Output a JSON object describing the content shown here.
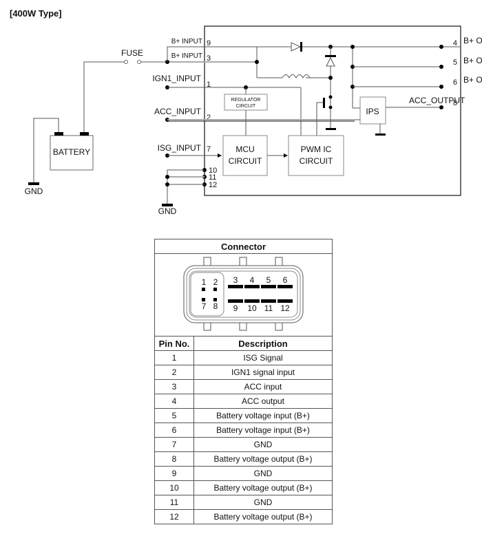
{
  "title": "[400W Type]",
  "diagram": {
    "inputs": {
      "b_input_9": {
        "label": "B+ INPUT",
        "pin": "9"
      },
      "b_input_3": {
        "label": "B+ INPUT",
        "pin": "3"
      },
      "ign1_input": {
        "label": "IGN1_INPUT",
        "pin": "1"
      },
      "acc_input": {
        "label": "ACC_INPUT",
        "pin": "2"
      },
      "isg_input": {
        "label": "ISG_INPUT",
        "pin": "7"
      },
      "gnd_pins": [
        "10",
        "11",
        "12"
      ]
    },
    "outputs": [
      {
        "label": "B+ OUTPUT",
        "pin": "4"
      },
      {
        "label": "B+ OUTPUT",
        "pin": "5"
      },
      {
        "label": "B+ OUTPUT",
        "pin": "6"
      },
      {
        "label": "ACC_OUTPUT",
        "pin": "8"
      }
    ],
    "fuse_label": "FUSE",
    "battery_label": "BATTERY",
    "gnd_label": "GND",
    "regulator": {
      "line1": "REGULATOR",
      "line2": "CIRCUIT"
    },
    "mcu": {
      "line1": "MCU",
      "line2": "CIRCUIT"
    },
    "pwm": {
      "line1": "PWM IC",
      "line2": "CIRCUIT"
    },
    "ips_label": "IPS"
  },
  "connector_table": {
    "header": "Connector",
    "connector_pins_top": [
      "1",
      "2",
      "3",
      "4",
      "5",
      "6"
    ],
    "connector_pins_bottom": [
      "7",
      "8",
      "9",
      "10",
      "11",
      "12"
    ],
    "columns": [
      "Pin No.",
      "Description"
    ],
    "rows": [
      {
        "pin": "1",
        "desc": "ISG Signal"
      },
      {
        "pin": "2",
        "desc": "IGN1 signal input"
      },
      {
        "pin": "3",
        "desc": "ACC input"
      },
      {
        "pin": "4",
        "desc": "ACC output"
      },
      {
        "pin": "5",
        "desc": "Battery voltage input (B+)"
      },
      {
        "pin": "6",
        "desc": "Battery voltage input (B+)"
      },
      {
        "pin": "7",
        "desc": "GND"
      },
      {
        "pin": "8",
        "desc": "Battery voltage output (B+)"
      },
      {
        "pin": "9",
        "desc": "GND"
      },
      {
        "pin": "10",
        "desc": "Battery voltage output (B+)"
      },
      {
        "pin": "11",
        "desc": "GND"
      },
      {
        "pin": "12",
        "desc": "Battery voltage output (B+)"
      }
    ]
  }
}
